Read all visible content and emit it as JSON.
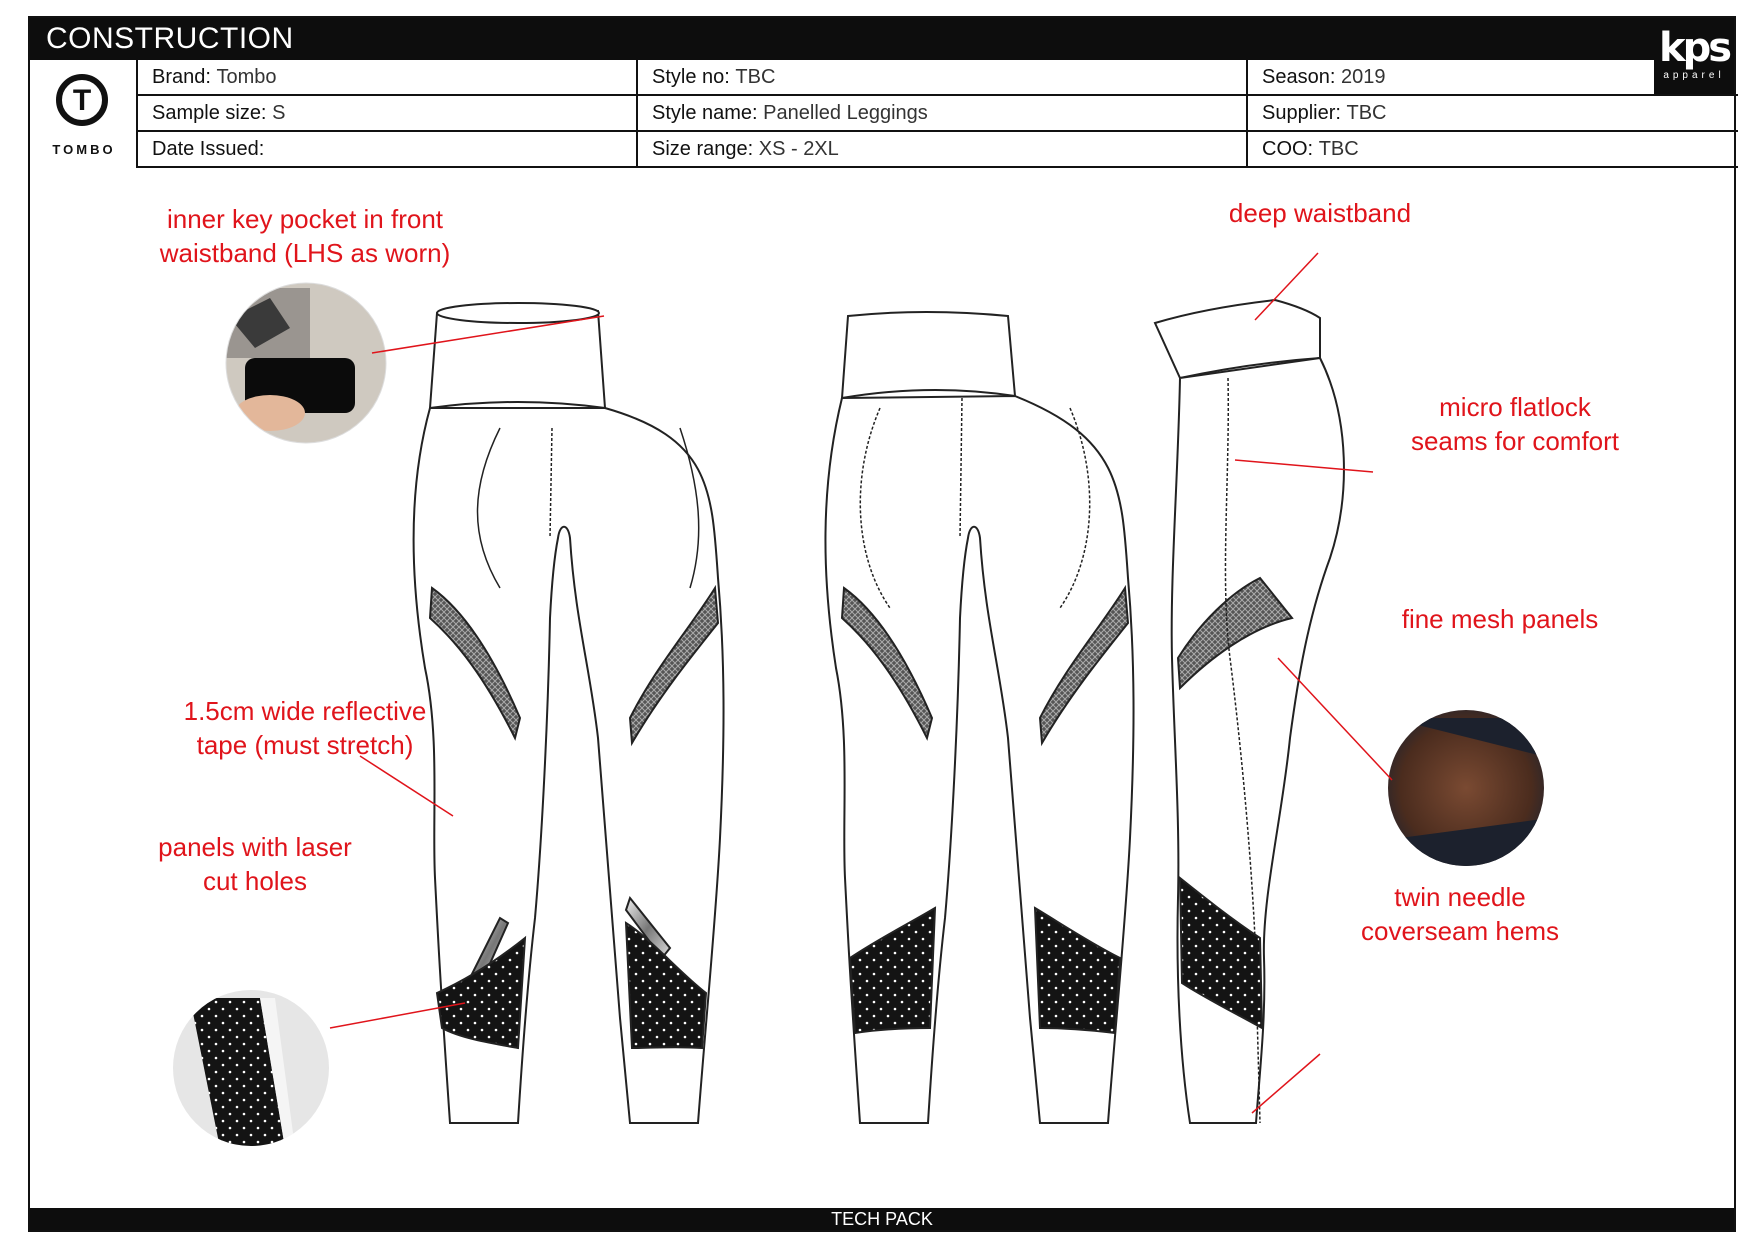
{
  "header": {
    "section_title": "CONSTRUCTION",
    "brand_logo_text": "TOMBO",
    "supplier_logo_main": "kps",
    "supplier_logo_sub": "apparel",
    "fields": {
      "brand_label": "Brand:",
      "brand_value": "Tombo",
      "style_no_label": "Style no:",
      "style_no_value": "TBC",
      "season_label": "Season:",
      "season_value": "2019",
      "sample_size_label": "Sample size:",
      "sample_size_value": "S",
      "style_name_label": "Style name:",
      "style_name_value": "Panelled Leggings",
      "supplier_label": "Supplier:",
      "supplier_value": "TBC",
      "date_issued_label": "Date Issued:",
      "date_issued_value": "",
      "size_range_label": "Size range:",
      "size_range_value": "XS - 2XL",
      "coo_label": "COO:",
      "coo_value": "TBC"
    }
  },
  "callouts": {
    "key_pocket_line1": "inner key pocket in front",
    "key_pocket_line2": "waistband (LHS as worn)",
    "reflective_line1": "1.5cm wide reflective",
    "reflective_line2": "tape (must stretch)",
    "laser_line1": "panels with laser",
    "laser_line2": "cut holes",
    "waistband": "deep waistband",
    "flatlock_line1": "micro flatlock",
    "flatlock_line2": "seams for comfort",
    "mesh": "fine mesh panels",
    "hems_line1": "twin needle",
    "hems_line2": "coverseam hems"
  },
  "colors": {
    "accent_red": "#e0141b",
    "ink": "#111111"
  },
  "footer": {
    "label": "TECH PACK"
  }
}
